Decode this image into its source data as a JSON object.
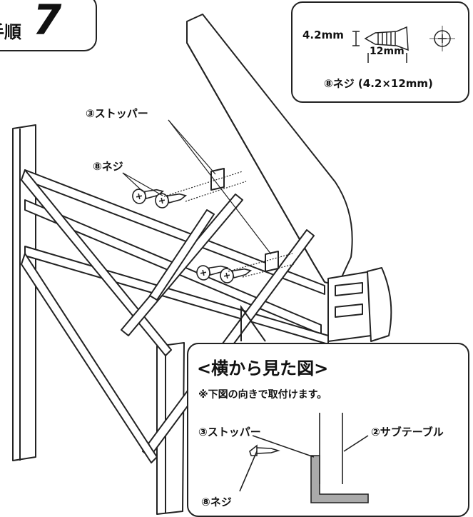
{
  "step": {
    "label": "手順",
    "number": "7"
  },
  "spec": {
    "dia": "4.2mm",
    "len": "12mm",
    "caption": "⑧ネジ (4.2×12mm)"
  },
  "callouts": {
    "stopper": "③ストッパー",
    "screw": "⑧ネジ"
  },
  "side_view": {
    "title": "<横から見た図>",
    "note": "※下図の向きで取付けます。",
    "stopper": "③ストッパー",
    "subtable": "②サブテーブル",
    "screw": "⑧ネジ"
  }
}
